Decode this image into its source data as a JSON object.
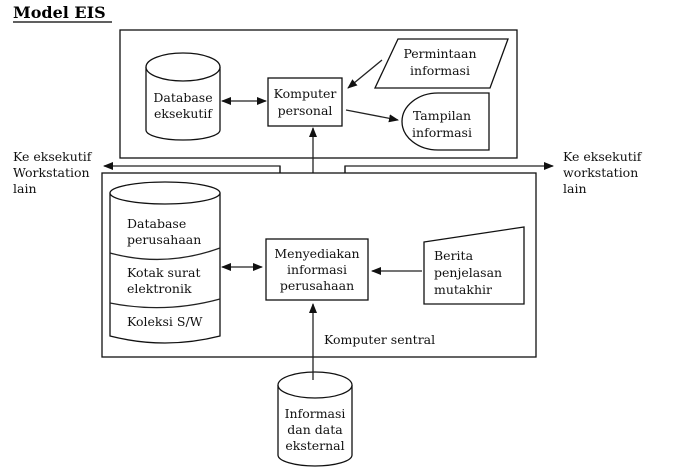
{
  "title": "Model EIS",
  "personal_computer_group": {
    "database_executive": [
      "Database",
      "eksekutif"
    ],
    "personal_computer": [
      "Komputer",
      "personal"
    ],
    "information_request": [
      "Permintaan",
      "informasi"
    ],
    "information_display": [
      "Tampilan",
      "informasi"
    ]
  },
  "left_label": [
    "Ke eksekutif",
    "Workstation",
    "lain"
  ],
  "right_label": [
    "Ke eksekutif",
    "workstation",
    "lain"
  ],
  "central_computer_group": {
    "label": "Komputer sentral",
    "storage_sections": [
      [
        "Database",
        "perusahaan"
      ],
      [
        "Kotak surat",
        "elektronik"
      ],
      [
        "Koleksi S/W"
      ]
    ],
    "provide_info": [
      "Menyediakan",
      "informasi",
      "perusahaan"
    ],
    "news": [
      "Berita",
      "penjelasan",
      "mutakhir"
    ]
  },
  "external_data": [
    "Informasi",
    "dan data",
    "eksternal"
  ]
}
